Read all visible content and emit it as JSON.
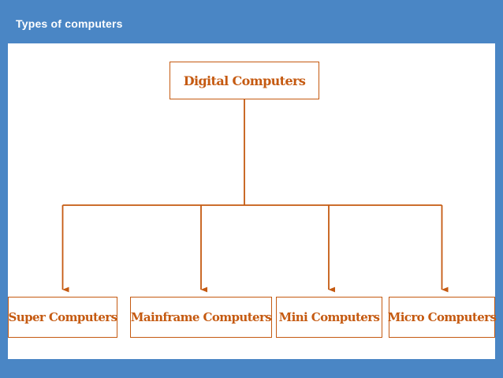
{
  "slide": {
    "title": "Types of computers",
    "accent_color": "#4a86c5",
    "diagram_color": "#c55a11"
  },
  "diagram": {
    "type": "tree",
    "root": {
      "label": "Digital Computers"
    },
    "children": [
      {
        "label": "Super Computers"
      },
      {
        "label": "Mainframe Computers"
      },
      {
        "label": "Mini Computers"
      },
      {
        "label": "Micro Computers"
      }
    ]
  }
}
